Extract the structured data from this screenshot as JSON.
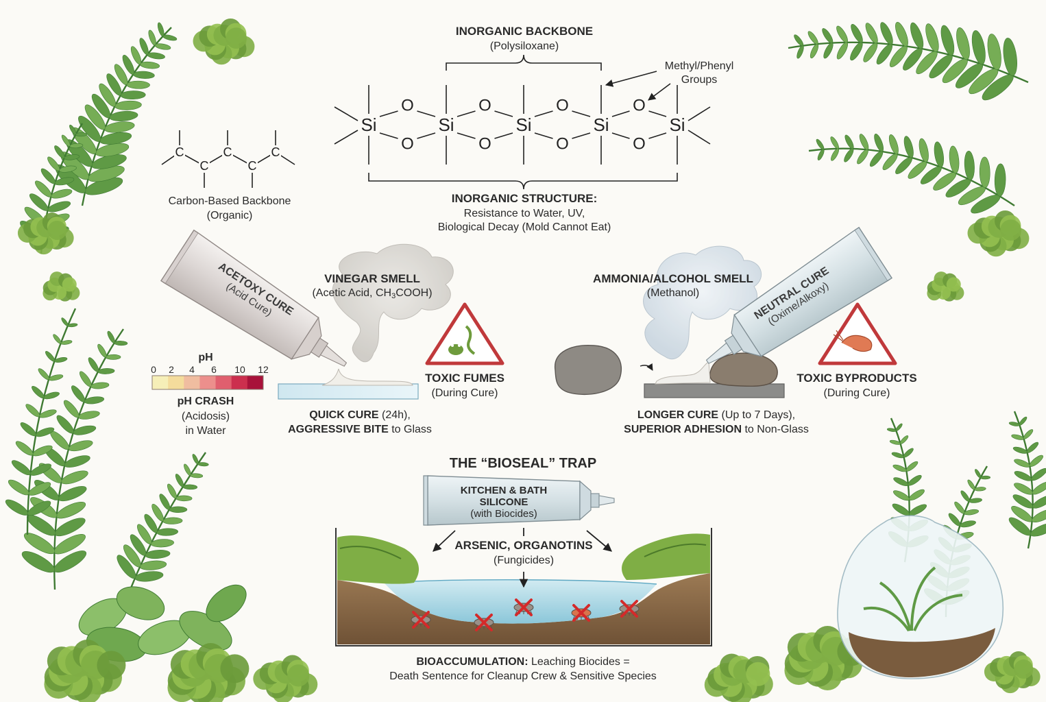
{
  "backbone": {
    "title": "INORGANIC BACKBONE",
    "subtitle": "(Polysiloxane)",
    "groups_label_1": "Methyl/Phenyl",
    "groups_label_2": "Groups",
    "si": "Si",
    "o": "O"
  },
  "carbon": {
    "atom": "C",
    "label_1": "Carbon-Based Backbone",
    "label_2": "(Organic)"
  },
  "structure": {
    "title": "INORGANIC STRUCTURE:",
    "line_1": "Resistance to Water, UV,",
    "line_2": "Biological Decay (Mold Cannot Eat)"
  },
  "acetoxy": {
    "tube_title": "ACETOXY CURE",
    "tube_sub": "(Acid Cure)",
    "smell_title": "VINEGAR SMELL",
    "smell_sub_pre": "(Acetic Acid, CH",
    "smell_sub_3": "3",
    "smell_sub_post": "COOH)",
    "warning_title": "TOXIC FUMES",
    "warning_sub": "(During Cure)",
    "cure_bold_1": "QUICK CURE",
    "cure_rest_1": " (24h),",
    "cure_bold_2": "AGGRESSIVE BITE",
    "cure_rest_2": " to Glass"
  },
  "ph": {
    "title": "pH",
    "ticks": [
      "0",
      "2",
      "4",
      "6",
      "10",
      "12"
    ],
    "colors": [
      "#f6efb8",
      "#f4dc9c",
      "#f0bda0",
      "#ec8f8c",
      "#e05f6e",
      "#cc2f4e",
      "#a8123a"
    ],
    "crash_title": "pH CRASH",
    "crash_sub_1": "(Acidosis)",
    "crash_sub_2": "in Water"
  },
  "neutral": {
    "tube_title": "NEUTRAL CURE",
    "tube_sub": "(Oxime/Alkoxy)",
    "smell_title": "AMMONIA/ALCOHOL SMELL",
    "smell_sub": "(Methanol)",
    "warning_title": "TOXIC BYPRODUCTS",
    "warning_sub": "(During Cure)",
    "cure_bold_1": "LONGER CURE",
    "cure_rest_1": " (Up to 7 Days),",
    "cure_bold_2": "SUPERIOR ADHESION",
    "cure_rest_2": " to Non-Glass"
  },
  "trap": {
    "title": "THE “BIOSEAL” TRAP",
    "tube_line_1": "KITCHEN & BATH",
    "tube_line_2": "SILICONE",
    "tube_line_3": "(with Biocides)",
    "toxins_title": "ARSENIC, ORGANOTINS",
    "toxins_sub": "(Fungicides)",
    "bio_bold": "BIOACCUMULATION:",
    "bio_rest": " Leaching Biocides =",
    "bio_line_2": "Death Sentence for Cleanup Crew & Sensitive Species"
  },
  "colors": {
    "fern": "#5f9a45",
    "fern_dark": "#3f7a32",
    "moss": "#7fae45",
    "warning_red": "#c0393b",
    "water": "#9fd3e3",
    "soil": "#8a6a48",
    "cross_red": "#d42a2a"
  }
}
